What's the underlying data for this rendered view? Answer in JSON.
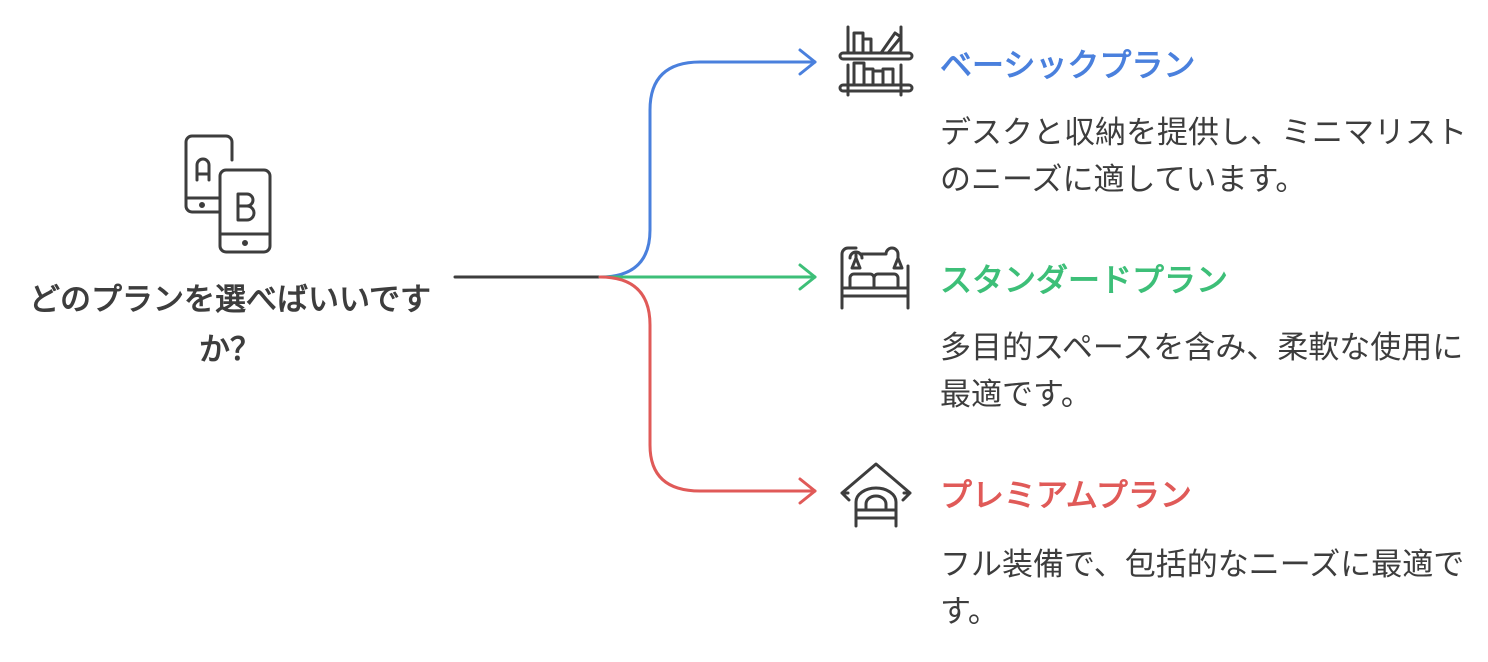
{
  "question": "どのプランを選べばいいですか？",
  "colors": {
    "basic": "#4a80dd",
    "standard": "#3dbf78",
    "premium": "#e05a58",
    "text": "#3d3d3d"
  },
  "options": [
    {
      "title": "ベーシックプラン",
      "description": "デスクと収納を提供し、ミニマリストのニーズに適しています。",
      "icon": "bookshelf-icon"
    },
    {
      "title": "スタンダードプラン",
      "description": "多目的スペースを含み、柔軟な使用に最適です。",
      "icon": "bed-with-lamps-icon"
    },
    {
      "title": "プレミアムプラン",
      "description": "フル装備で、包括的なニーズに最適です。",
      "icon": "house-bed-icon"
    }
  ]
}
